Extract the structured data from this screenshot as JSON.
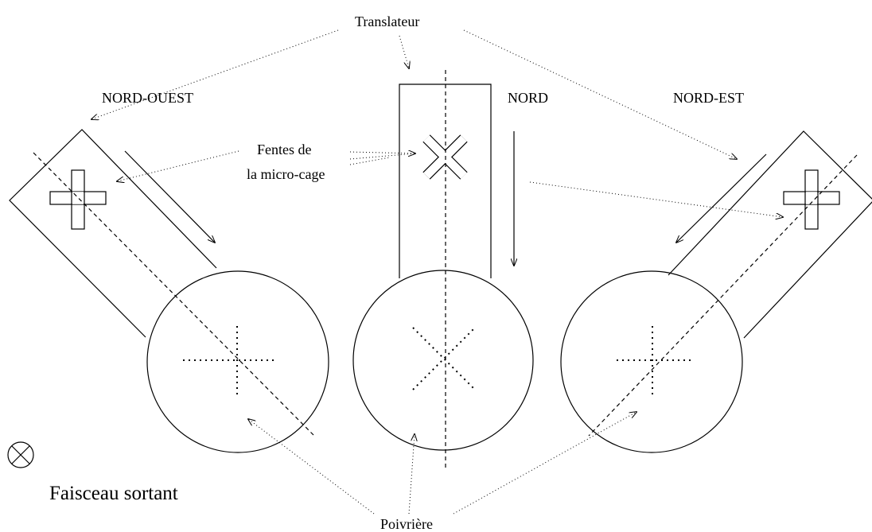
{
  "labels": {
    "translateur": "Translateur",
    "nord_ouest": "NORD-OUEST",
    "nord": "NORD",
    "nord_est": "NORD-EST",
    "fentes_line1": "Fentes de",
    "fentes_line2": "la micro-cage",
    "faisceau": "Faisceau sortant",
    "poivriere": "Poivrière"
  },
  "colors": {
    "stroke": "#000000",
    "background": "#ffffff"
  }
}
